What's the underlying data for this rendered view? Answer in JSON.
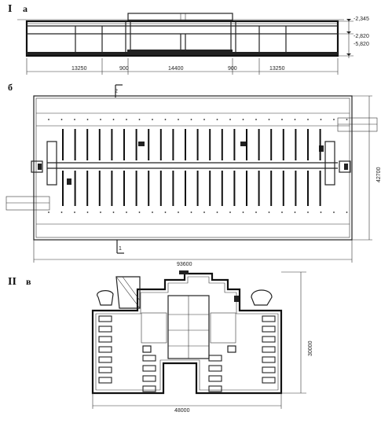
{
  "labels": {
    "part_1": "I",
    "part_2": "II",
    "view_a": "а",
    "view_b": "б",
    "view_c": "в"
  },
  "section_a": {
    "level_top": "-2,345",
    "level_mid": "-2,820",
    "level_low": "-5,820",
    "spans": [
      "13250",
      "900",
      "14400",
      "900",
      "13250"
    ]
  },
  "plan_b": {
    "section_mark_top": "2",
    "section_mark_bottom": "1",
    "width": "93600",
    "depth": "42700"
  },
  "plan_c": {
    "width": "48000",
    "depth": "30000"
  }
}
